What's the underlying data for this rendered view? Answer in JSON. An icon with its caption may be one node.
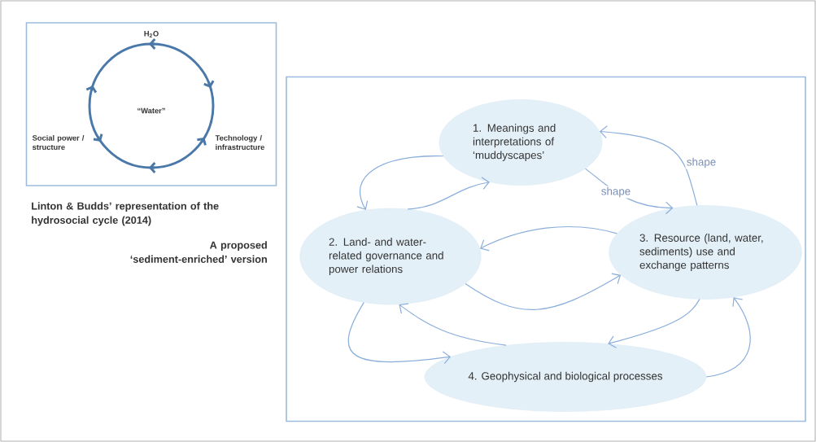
{
  "diagram": {
    "nodes": [
      {
        "text": [
          "H$_{2}$O",
          "“Water”",
          "Social power / structure",
          "Technology / infrastructure"
        ],
        "beside": [
          "Linton & Budds’ representation of the hydrosocial cycle (2014)"
        ]
      },
      {
        "text": [],
        "shape": "box",
        "beside": [
          "A proposed ‘sediment-enriched’ version"
        ]
      },
      {
        "text": [
          "1. Meanings and interpretations of ‘muddyscapes’"
        ],
        "in": 1
      },
      {
        "text": [
          "2. Land- and water-related governance and power relations"
        ],
        "in": 1
      },
      {
        "text": [
          "3. Resource (land, water, sediments) use and exchange patterns"
        ],
        "in": 1
      },
      {
        "text": [
          "4. Geophysical and biological processes"
        ],
        "in": 1
      }
    ],
    "edges": [
      {
        "from": 2,
        "to": 3,
        "arrow": "to"
      },
      {
        "from": 3,
        "to": 2,
        "arrow": "to"
      },
      {
        "from": 2,
        "to": 4,
        "arrow": "to",
        "label": "shape"
      },
      {
        "from": 4,
        "to": 2,
        "arrow": "to",
        "label": "shape"
      },
      {
        "from": 4,
        "to": 3,
        "arrow": "to"
      },
      {
        "from": 3,
        "to": 4,
        "arrow": "to"
      },
      {
        "from": 3,
        "to": 5,
        "arrow": "to"
      },
      {
        "from": 5,
        "to": 3,
        "arrow": "to"
      },
      {
        "from": 4,
        "to": 5,
        "arrow": "to"
      },
      {
        "from": 5,
        "to": 4,
        "arrow": "to"
      }
    ]
  }
}
